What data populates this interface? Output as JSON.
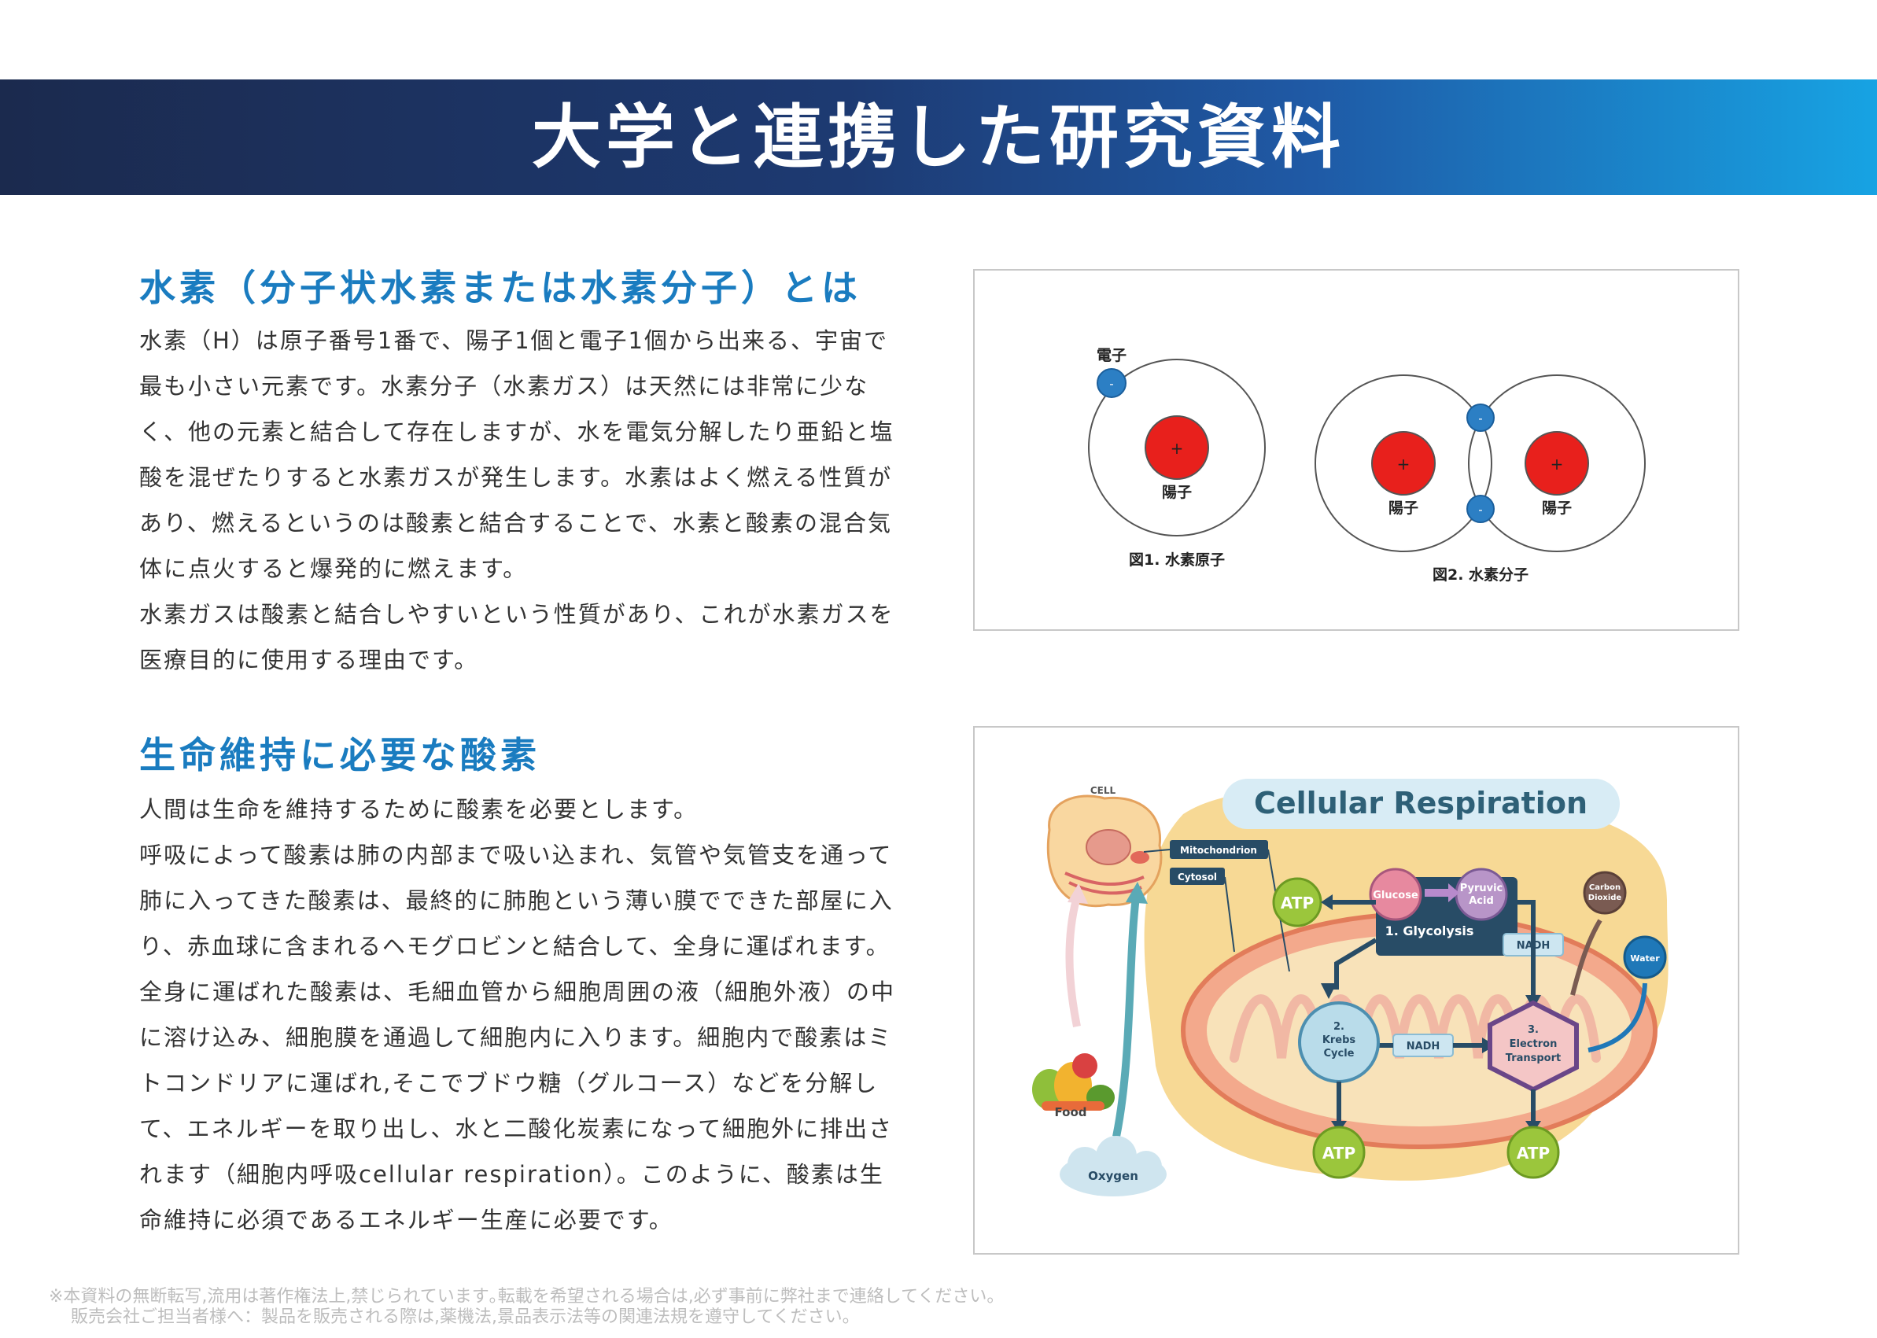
{
  "header": {
    "title": "大学と連携した研究資料"
  },
  "section1": {
    "title": "水素（分子状水素または水素分子）とは",
    "paragraphs": [
      "水素（H）は原子番号1番で、陽子1個と電子1個から出来る、宇宙で最も小さい元素です。水素分子（水素ガス）は天然には非常に少なく、他の元素と結合して存在しますが、水を電気分解したり亜鉛と塩酸を混ぜたりすると水素ガスが発生します。水素はよく燃える性質があり、燃えるというのは酸素と結合することで、水素と酸素の混合気体に点火すると爆発的に燃えます。",
      "水素ガスは酸素と結合しやすいという性質があり、これが水素ガスを医療目的に使用する理由です。"
    ],
    "figure": {
      "electron_label": "電子",
      "proton_label": "陽子",
      "plus_sign": "+",
      "minus_sign": "-",
      "caption_atom": "図1. 水素原子",
      "caption_molecule": "図2. 水素分子"
    }
  },
  "section2": {
    "title": "生命維持に必要な酸素",
    "paragraphs": [
      "人間は生命を維持するために酸素を必要とします。",
      "呼吸によって酸素は肺の内部まで吸い込まれ、気管や気管支を通って肺に入ってきた酸素は、最終的に肺胞という薄い膜でできた部屋に入り、赤血球に含まれるヘモグロビンと結合して、全身に運ばれます。全身に運ばれた酸素は、毛細血管から細胞周囲の液（細胞外液）の中に溶け込み、細胞膜を通過して細胞内に入ります。細胞内で酸素はミトコンドリアに運ばれ,そこでブドウ糖（グルコース）などを分解して、エネルギーを取り出し、水と二酸化炭素になって細胞外に排出されます（細胞内呼吸cellular respiration）。このように、酸素は生命維持に必須であるエネルギー生産に必要です。"
    ],
    "figure": {
      "title": "Cellular Respiration",
      "cell": "CELL",
      "mitochondrion": "Mitochondrion",
      "cytosol": "Cytosol",
      "atp": "ATP",
      "glucose": "Glucose",
      "pyruvic_1": "Pyruvic",
      "pyruvic_2": "Acid",
      "glycolysis": "1. Glycolysis",
      "nadh": "NADH",
      "krebs_1": "2.",
      "krebs_2": "Krebs",
      "krebs_3": "Cycle",
      "electron_1": "3.",
      "electron_2": "Electron",
      "electron_3": "Transport",
      "carbon_1": "Carbon",
      "carbon_2": "Dioxide",
      "water": "Water",
      "food": "Food",
      "oxygen": "Oxygen"
    }
  },
  "footer": {
    "line1": "※本資料の無断転写,流用は著作権法上,禁じられています｡転載を希望される場合は,必ず事前に弊社まで連絡してください。",
    "line2": "販売会社ご担当者様へ：製品を販売される際は,薬機法,景品表示法等の関連法規を遵守してください。"
  }
}
